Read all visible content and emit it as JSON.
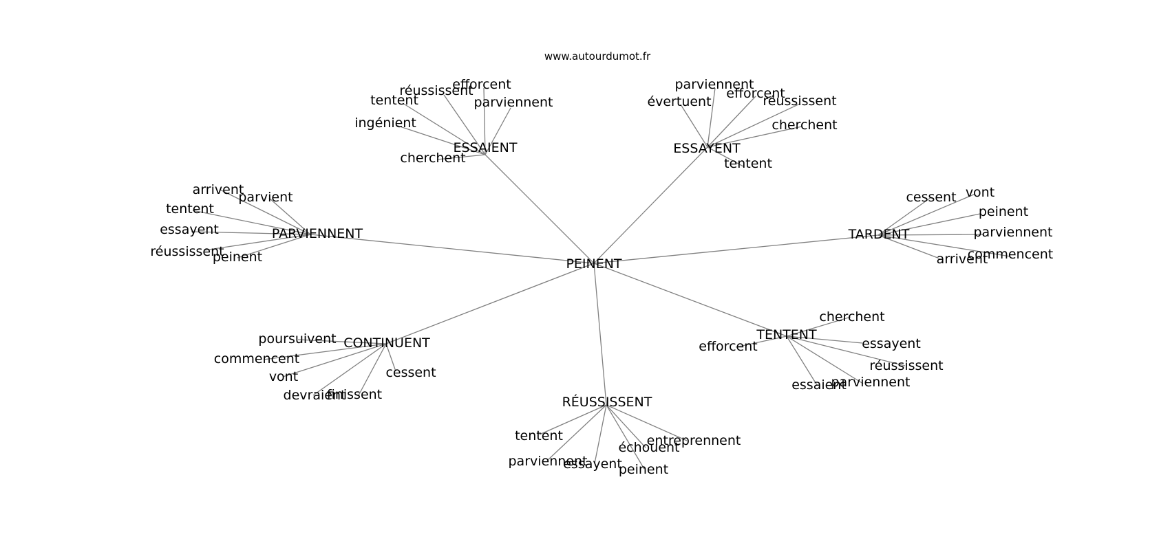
{
  "site": "www.autourdumot.fr",
  "center": "PEINENT",
  "edge_color": "#808080",
  "clusters": [
    {
      "label": "ESSAIENT",
      "leaves": [
        "efforcent",
        "réussissent",
        "tentent",
        "parviennent",
        "ingénient",
        "cherchent"
      ]
    },
    {
      "label": "ESSAYENT",
      "leaves": [
        "parviennent",
        "efforcent",
        "évertuent",
        "réussissent",
        "cherchent",
        "tentent"
      ]
    },
    {
      "label": "PARVIENNENT",
      "leaves": [
        "arrivent",
        "parvient",
        "tentent",
        "essayent",
        "réussissent",
        "peinent"
      ]
    },
    {
      "label": "TARDENT",
      "leaves": [
        "cessent",
        "vont",
        "peinent",
        "parviennent",
        "commencent",
        "arrivent"
      ]
    },
    {
      "label": "CONTINUENT",
      "leaves": [
        "poursuivent",
        "commencent",
        "vont",
        "cessent",
        "devraient",
        "finissent"
      ]
    },
    {
      "label": "TENTENT",
      "leaves": [
        "cherchent",
        "efforcent",
        "essayent",
        "réussissent",
        "essaient",
        "parviennent"
      ]
    },
    {
      "label": "RÉUSSISSENT",
      "leaves": [
        "tentent",
        "entreprennent",
        "échouent",
        "parviennent",
        "essayent",
        "peinent"
      ]
    }
  ]
}
